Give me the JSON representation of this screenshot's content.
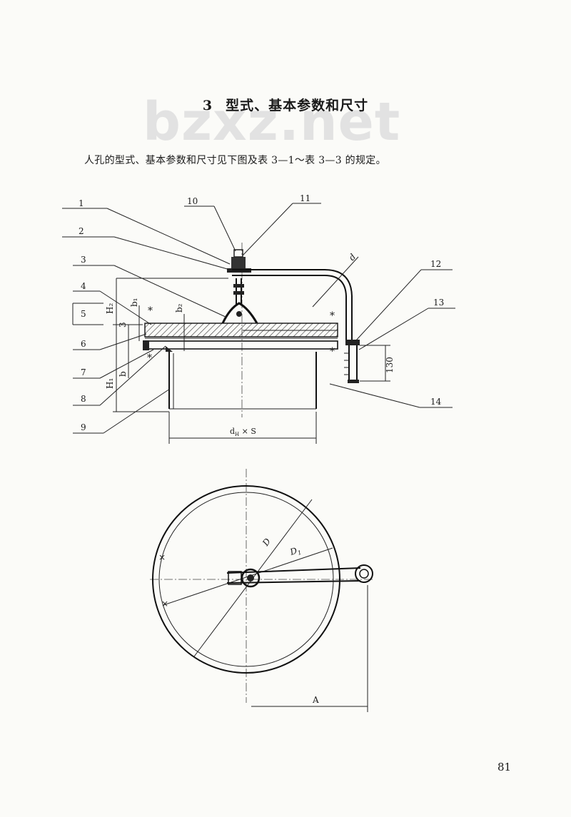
{
  "watermark": "bzxz.net",
  "section": {
    "number": "3",
    "title": "型式、基本参数和尺寸"
  },
  "intro": "人孔的型式、基本参数和尺寸见下图及表 3—1～表 3—3 的规定。",
  "page_number": "81",
  "drawing": {
    "parts": [
      "1",
      "2",
      "3",
      "4",
      "5",
      "6",
      "7",
      "8",
      "9",
      "10",
      "11",
      "12",
      "13",
      "14"
    ],
    "dims": {
      "h1": "H₁",
      "h2": "H₂",
      "b": "b",
      "b1": "b₁",
      "b2": "b₂",
      "three": "3",
      "d": "d",
      "h130": "130",
      "bottom": "d",
      "bottom_sub": "H",
      "bottom_tail": " × S",
      "D": "D",
      "D1": "D",
      "D1_sub": "1",
      "A": "A"
    }
  }
}
